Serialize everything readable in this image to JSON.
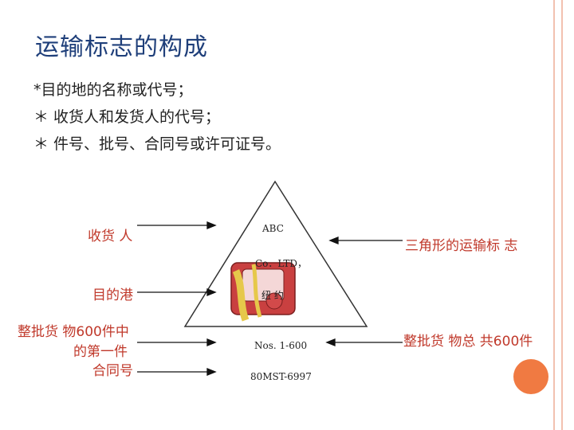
{
  "slide": {
    "title": "运输标志的构成",
    "bullets": [
      "*目的地的名称或代号；",
      "＊ 收货人和发货人的代号；",
      "＊ 件号、批号、合同号或许可证号。"
    ]
  },
  "diagram": {
    "left_labels": {
      "consignee": "收货 人",
      "destination_port": "目的港",
      "package_line1": "整批货 物600件中",
      "package_line2": "的第一件",
      "contract": "合同号"
    },
    "right_labels": {
      "triangle_mark": "三角形的运输标 志",
      "total_pieces": "整批货 物总 共600件"
    },
    "triangle_text": {
      "abc": "ABC",
      "company": "Co．LTD，",
      "city": "纽  约",
      "nos": "Nos. 1-600",
      "contract_no": "80MST-6997"
    }
  },
  "colors": {
    "title": "#1f3f7a",
    "label": "#c0392b",
    "accent_circle": "#f07a42",
    "frame": "#f2c1b0"
  }
}
